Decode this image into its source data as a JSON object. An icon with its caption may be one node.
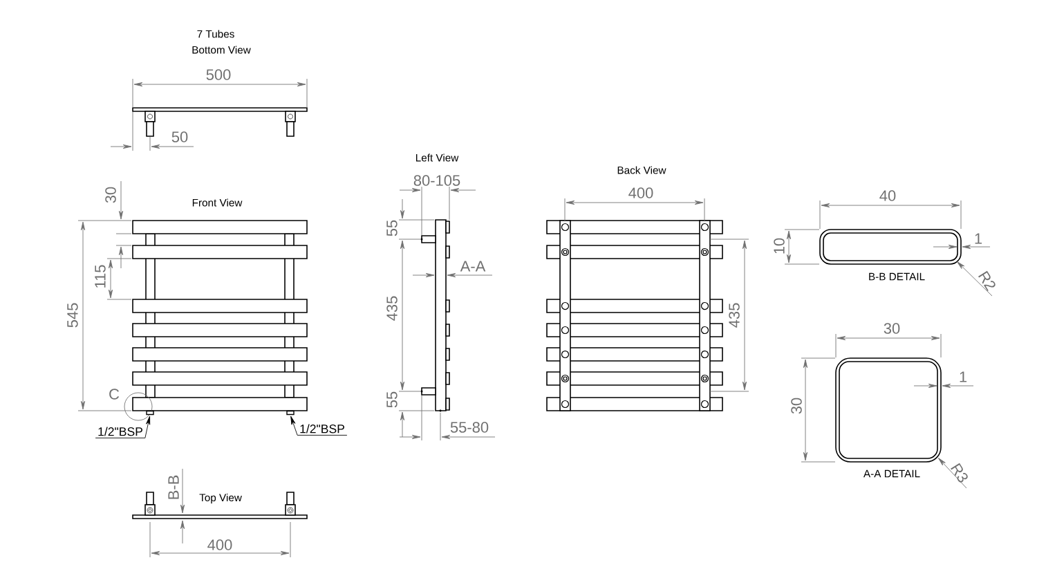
{
  "diagram": {
    "nodes": [
      {
        "text": [
          "1/2\"BSP"
        ]
      },
      {
        "text": [
          "1/2\"BSP"
        ]
      },
      {
        "text": [],
        "shape": "box"
      },
      {
        "text": [],
        "shape": "box"
      }
    ],
    "edges": [
      {
        "from": 0,
        "to": 2,
        "arrow": "to"
      },
      {
        "from": 1,
        "to": 3,
        "arrow": "to"
      }
    ],
    "labels": [
      "7 Tubes",
      "Bottom View",
      "500",
      "50",
      "Front View",
      "30",
      "115",
      "545",
      "C",
      "B-B",
      "Top View",
      "400",
      "Left View",
      "80-105",
      "55",
      "A-A",
      "435",
      "55",
      "55-80",
      "Back View",
      "400",
      "435",
      "40",
      "10",
      "1",
      "B-B DETAIL",
      "R2",
      "30",
      "30",
      "1",
      "A-A DETAIL",
      "R3"
    ]
  }
}
